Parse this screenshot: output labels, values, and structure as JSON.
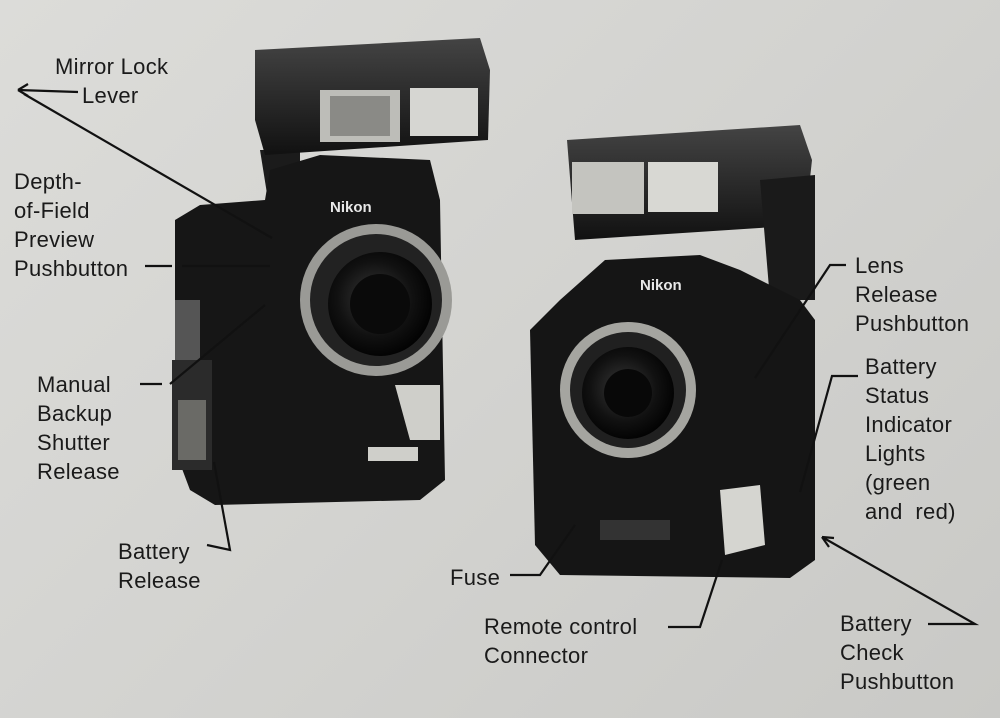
{
  "cameras": [
    {
      "brand": "Nikon"
    },
    {
      "brand": "Nikon"
    }
  ],
  "labels": {
    "mirror_lock_lever": [
      "Mirror Lock",
      "Lever"
    ],
    "depth_of_field": [
      "Depth-",
      "of-Field",
      "Preview",
      "Pushbutton"
    ],
    "manual_backup": [
      "Manual",
      "Backup",
      "Shutter",
      "Release"
    ],
    "battery_release": [
      "Battery",
      "Release"
    ],
    "fuse": [
      "Fuse"
    ],
    "remote_control": [
      "Remote control",
      "Connector"
    ],
    "lens_release": [
      "Lens",
      "Release",
      "Pushbutton"
    ],
    "battery_status": [
      "Battery",
      "Status",
      "Indicator",
      "Lights",
      "(green",
      "and  red)"
    ],
    "battery_check": [
      "Battery",
      "Check",
      "Pushbutton"
    ]
  }
}
